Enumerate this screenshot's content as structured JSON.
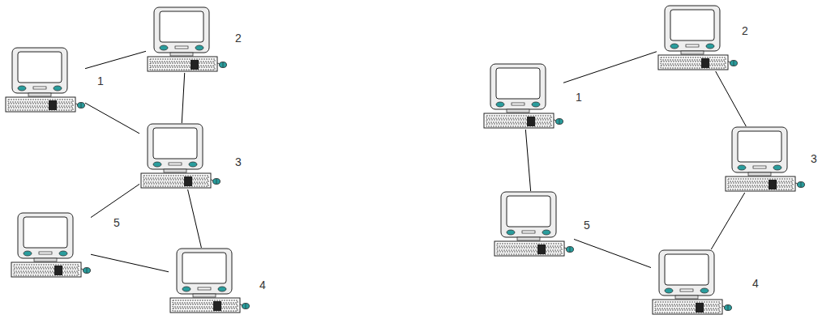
{
  "diagram": {
    "nodes": [
      {
        "text": [
          "1"
        ]
      },
      {
        "text": [
          "2"
        ]
      },
      {
        "text": [
          "3"
        ]
      },
      {
        "text": [
          "4"
        ]
      },
      {
        "text": [
          "5"
        ]
      },
      {
        "text": [
          "1"
        ]
      },
      {
        "text": [
          "2"
        ]
      },
      {
        "text": [
          "3"
        ]
      },
      {
        "text": [
          "4"
        ]
      },
      {
        "text": [
          "5"
        ]
      }
    ],
    "edges": [
      {
        "from": 0,
        "to": 1,
        "arrow": "none"
      },
      {
        "from": 0,
        "to": 2,
        "arrow": "none"
      },
      {
        "from": 1,
        "to": 2,
        "arrow": "none"
      },
      {
        "from": 2,
        "to": 4,
        "arrow": "none"
      },
      {
        "from": 2,
        "to": 3,
        "arrow": "none"
      },
      {
        "from": 4,
        "to": 3,
        "arrow": "none"
      },
      {
        "from": 5,
        "to": 6,
        "arrow": "none"
      },
      {
        "from": 6,
        "to": 7,
        "arrow": "none"
      },
      {
        "from": 7,
        "to": 8,
        "arrow": "none"
      },
      {
        "from": 8,
        "to": 9,
        "arrow": "none"
      },
      {
        "from": 9,
        "to": 5,
        "arrow": "none"
      }
    ]
  }
}
